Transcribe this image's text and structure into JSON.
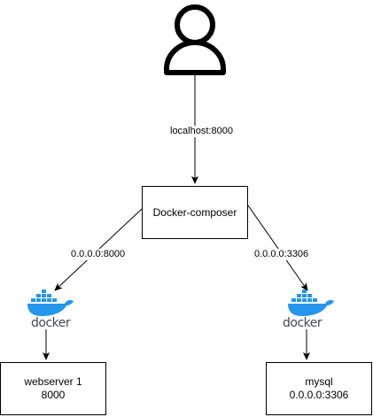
{
  "diagram": {
    "user_icon": "person-icon",
    "nodes": {
      "composer": "Docker-composer",
      "webserver_line1": "webserver 1",
      "webserver_line2": "8000",
      "mysql_line1": "mysql",
      "mysql_line2": "0.0.0.0:3306"
    },
    "edges": {
      "user_to_composer": "localhost:8000",
      "composer_to_web": "0.0.0.0:8000",
      "composer_to_mysql": "0.0.0.0:3306"
    },
    "docker_logo_text": "docker",
    "docker_icon": "docker-whale-icon",
    "colors": {
      "docker_blue": "#2496ed",
      "docker_dark": "#404a54",
      "line": "#000000"
    }
  }
}
